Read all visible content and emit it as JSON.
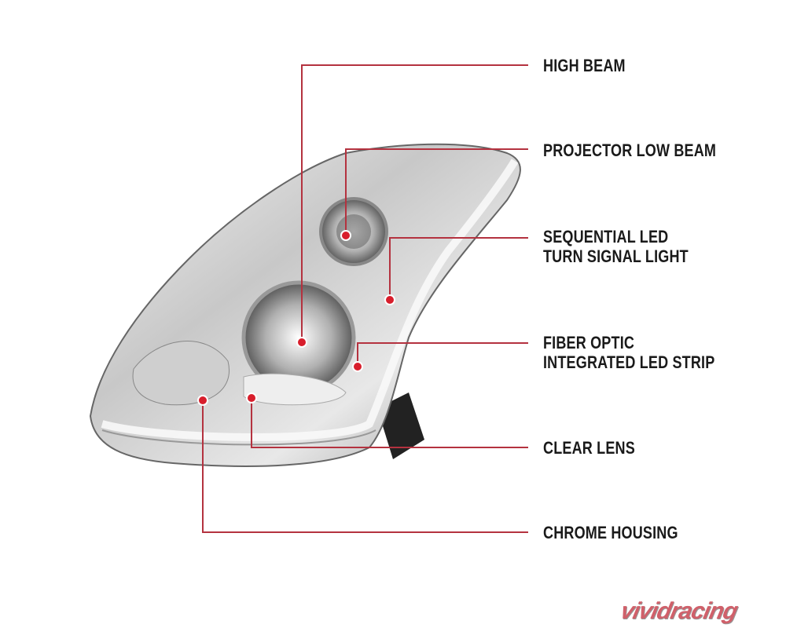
{
  "callouts": [
    {
      "id": "high-beam",
      "label": "HIGH BEAM"
    },
    {
      "id": "projector-low-beam",
      "label": "PROJECTOR LOW BEAM"
    },
    {
      "id": "sequential-led",
      "label_line1": "SEQUENTIAL LED",
      "label_line2": "TURN SIGNAL LIGHT"
    },
    {
      "id": "fiber-optic",
      "label_line1": "FIBER OPTIC",
      "label_line2": "INTEGRATED LED STRIP"
    },
    {
      "id": "clear-lens",
      "label": "CLEAR LENS"
    },
    {
      "id": "chrome-housing",
      "label": "CHROME HOUSING"
    }
  ],
  "logo": "vividracing",
  "colors": {
    "leader": "#b4323f",
    "dot": "#d81e2c"
  }
}
